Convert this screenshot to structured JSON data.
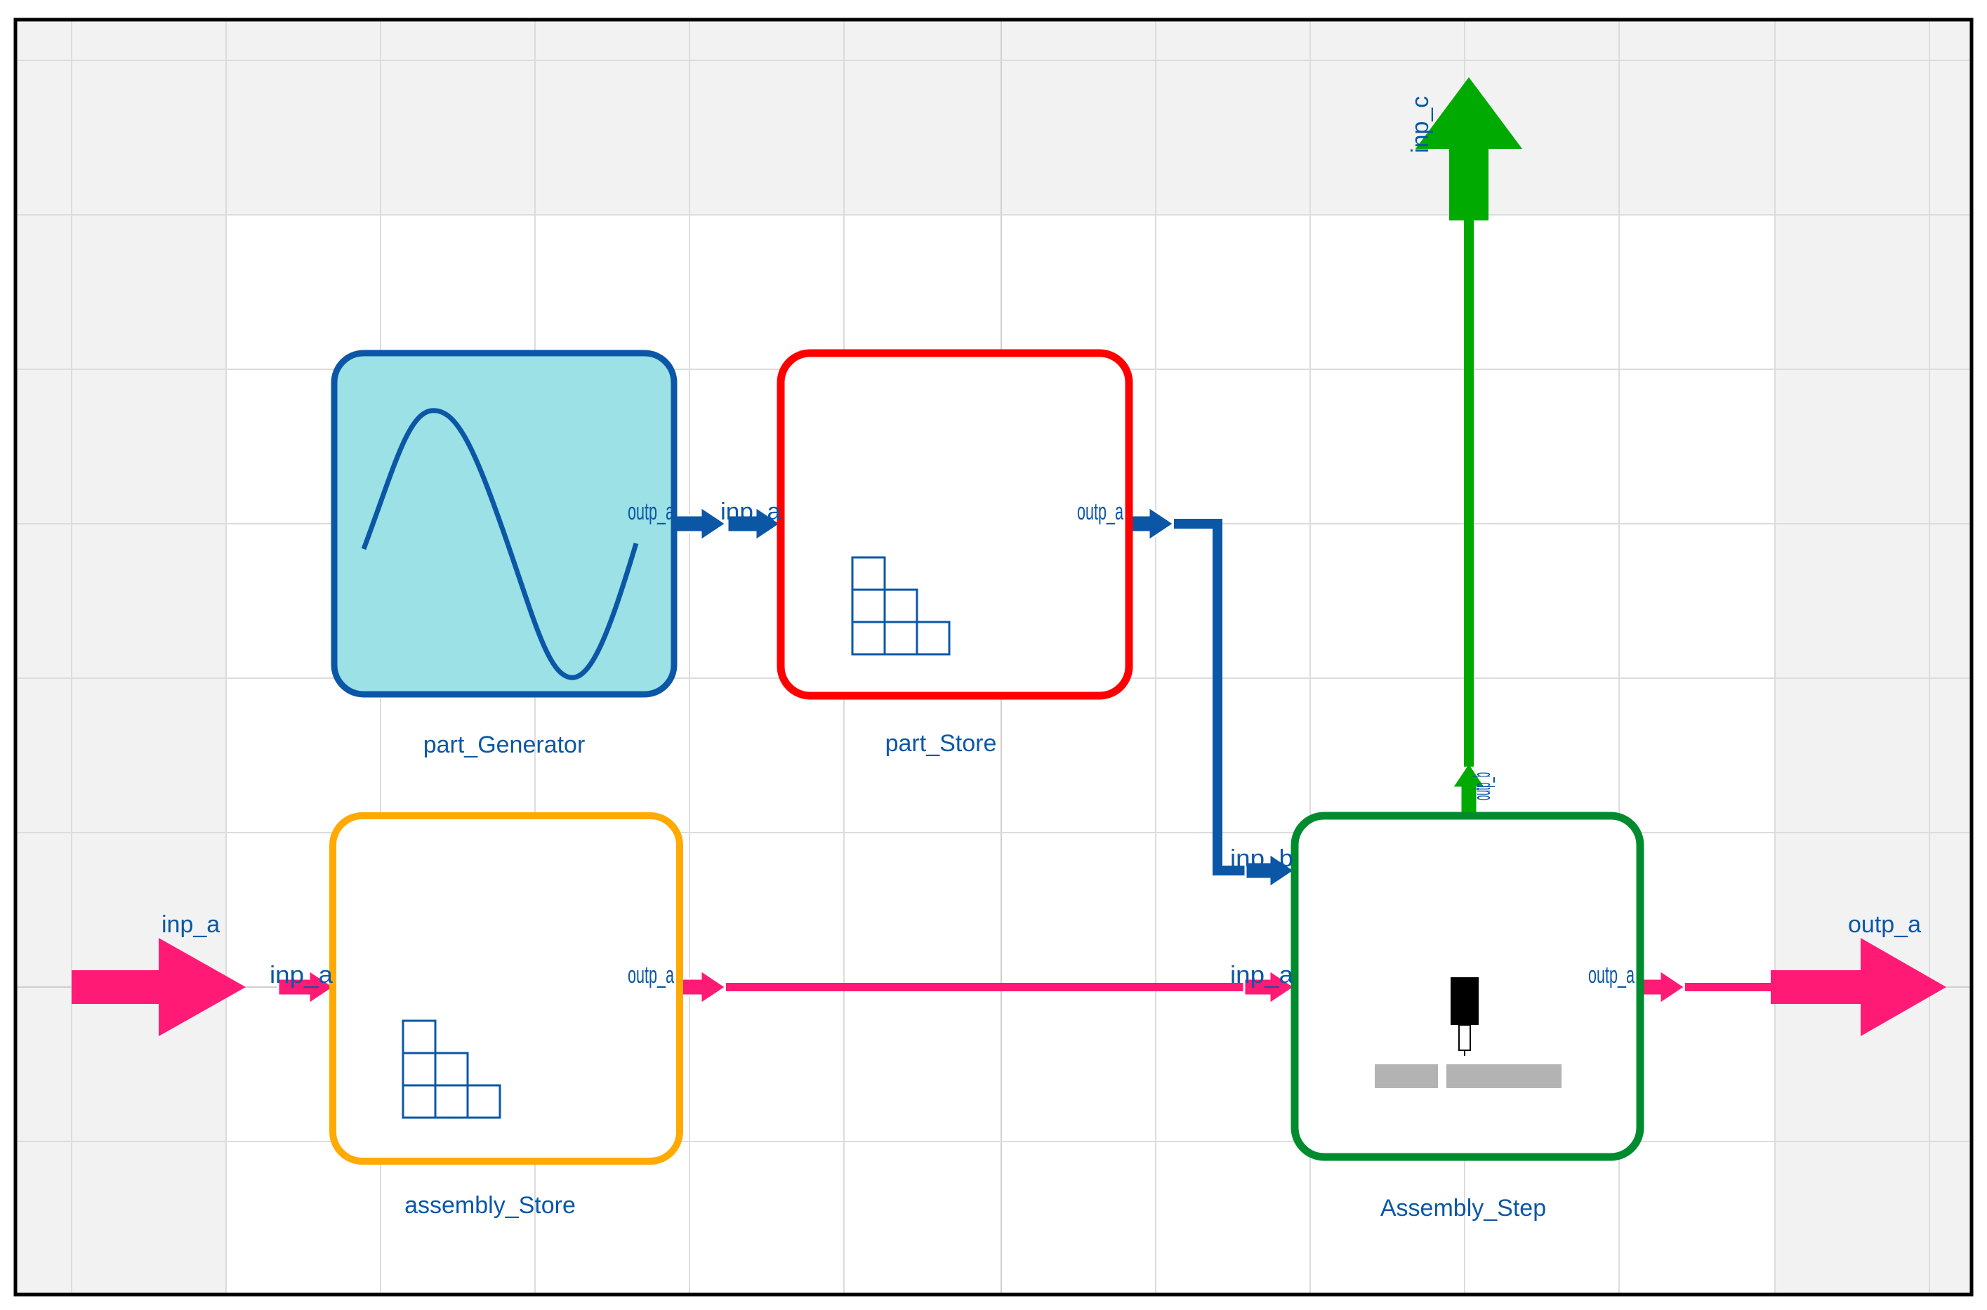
{
  "diagram": {
    "external_ports": {
      "inp_a": "inp_a",
      "outp_a": "outp_a",
      "inp_c": "inp_c"
    },
    "blocks": {
      "part_generator": {
        "name": "part_Generator",
        "out_port": "outp_a",
        "border_color": "#0b57a6",
        "fill_color": "#9be1e6",
        "icon": "sine-wave-icon"
      },
      "part_store": {
        "name": "part_Store",
        "in_port": "inp_a",
        "out_port": "outp_a",
        "border_color": "#ff0000",
        "fill_color": "#ffffff",
        "icon": "staircase-grid-icon"
      },
      "assembly_store": {
        "name": "assembly_Store",
        "in_port": "inp_a",
        "out_port": "outp_a",
        "border_color": "#ffaa00",
        "fill_color": "#ffffff",
        "icon": "staircase-grid-icon"
      },
      "assembly_step": {
        "name": "Assembly_Step",
        "in_port_a": "inp_a",
        "in_port_b": "inp_b",
        "out_port_a": "outp_a",
        "out_port_b": "outp_b",
        "border_color": "#008c2e",
        "fill_color": "#ffffff",
        "icon": "press-tool-icon"
      }
    },
    "colors": {
      "blue_connection": "#0b57a6",
      "pink_connection": "#ff1a75",
      "green_connection": "#00aa00",
      "canvas_outer": "#f2f2f2",
      "canvas_inner": "#ffffff",
      "grid": "#dcdcdc",
      "frame": "#000000",
      "label": "#0b57a6"
    }
  }
}
